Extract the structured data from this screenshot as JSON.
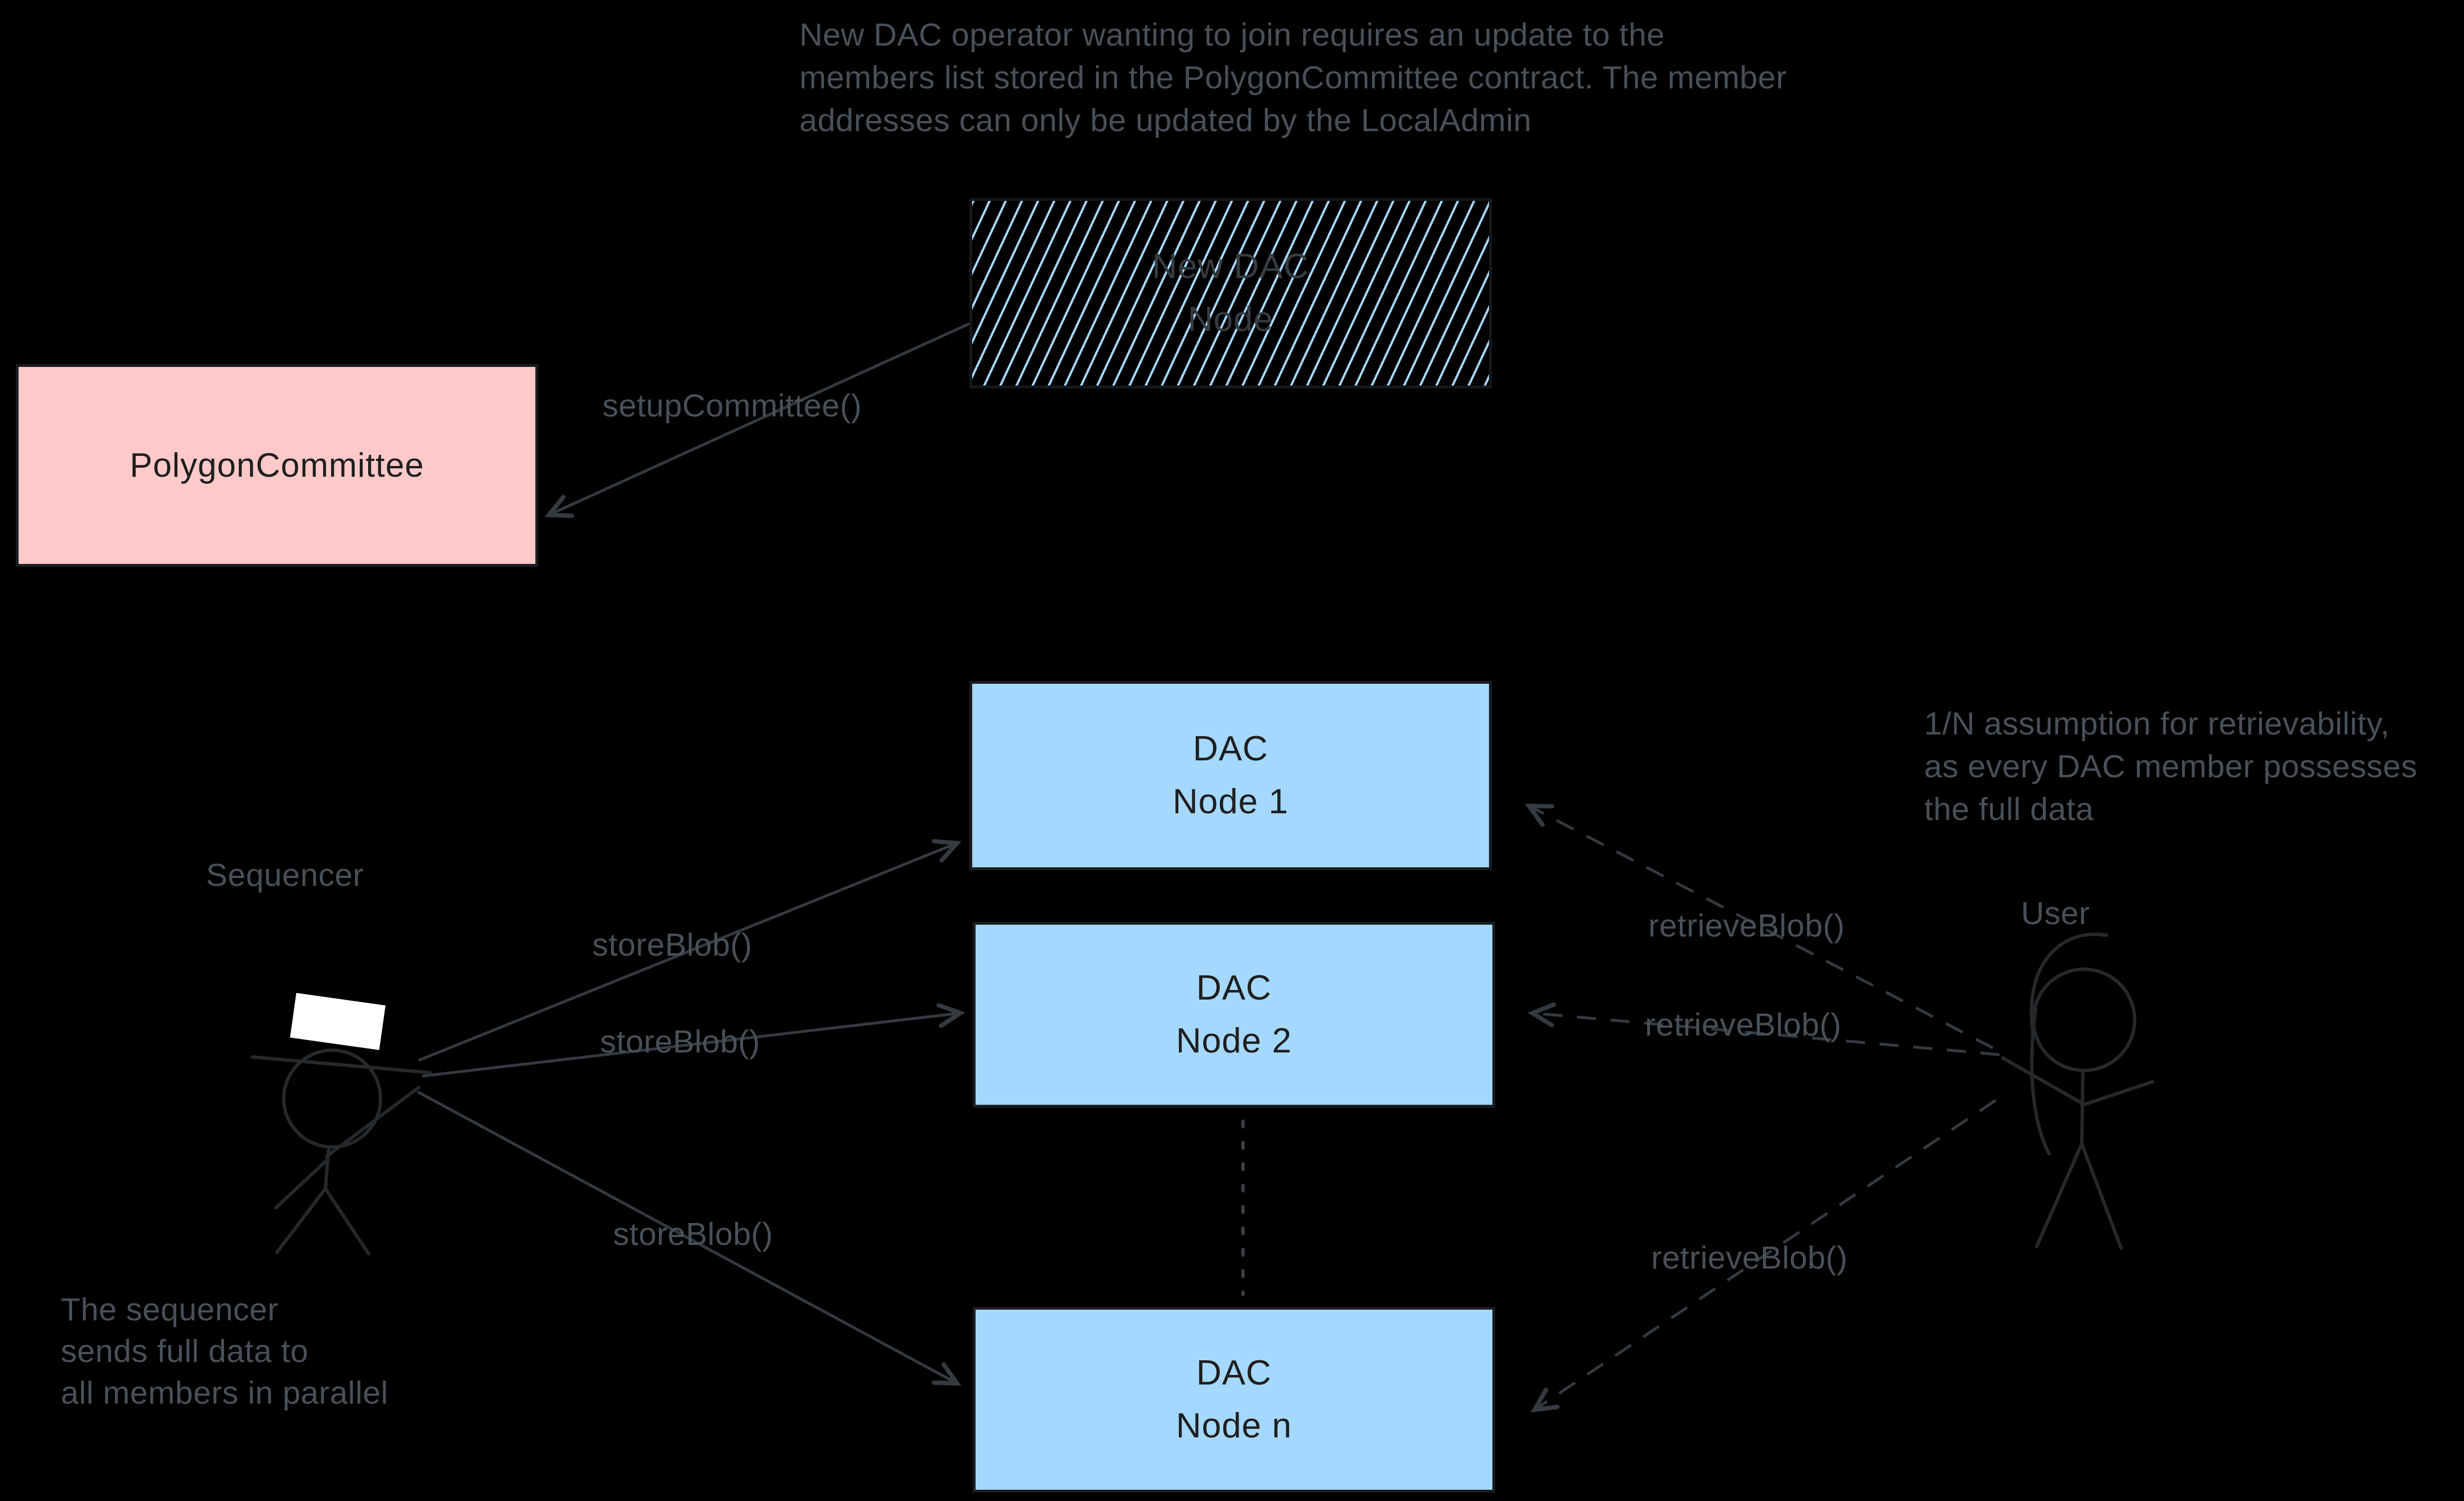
{
  "diagram": {
    "background": "#000000",
    "colors": {
      "dac_node_fill": "#a5d8ff",
      "contract_fill": "#ffc9c9",
      "box_border": "#1e1e1e",
      "box_text": "#1e1e1e",
      "annotation_text": "#495057",
      "arrow_stroke": "#343a40",
      "stick_figure_stroke": "#26292c",
      "hat_fill": "#ffffff"
    },
    "annotations": {
      "top_note": {
        "lines": [
          "New DAC operator wanting to join requires an update to the",
          "members list stored in the PolygonCommittee contract. The member",
          "addresses can only be updated by the LocalAdmin"
        ]
      },
      "retrievability_note": {
        "lines": [
          "1/N assumption for retrievability,",
          "as every DAC member possesses",
          "the full data"
        ]
      },
      "sequencer_note": {
        "lines": [
          "The sequencer",
          "sends full data to",
          "all members in parallel"
        ]
      }
    },
    "nodes": {
      "new_dac_node": {
        "line1": "New DAC",
        "line2": "Node"
      },
      "polygon_committee": {
        "label": "PolygonCommittee"
      },
      "dac_node_1": {
        "line1": "DAC",
        "line2": "Node 1"
      },
      "dac_node_2": {
        "line1": "DAC",
        "line2": "Node 2"
      },
      "dac_node_n": {
        "line1": "DAC",
        "line2": "Node n"
      }
    },
    "actors": {
      "sequencer": {
        "label": "Sequencer"
      },
      "user": {
        "label": "User"
      }
    },
    "edges": {
      "setup_committee": {
        "label": "setupCommittee()"
      },
      "store_blob_1": {
        "label": "storeBlob()"
      },
      "store_blob_2": {
        "label": "storeBlob()"
      },
      "store_blob_3": {
        "label": "storeBlob()"
      },
      "retrieve_blob_1": {
        "label": "retrieveBlob()"
      },
      "retrieve_blob_2": {
        "label": "retrieveBlob()"
      },
      "retrieve_blob_3": {
        "label": "retrieveBlob()"
      }
    }
  }
}
